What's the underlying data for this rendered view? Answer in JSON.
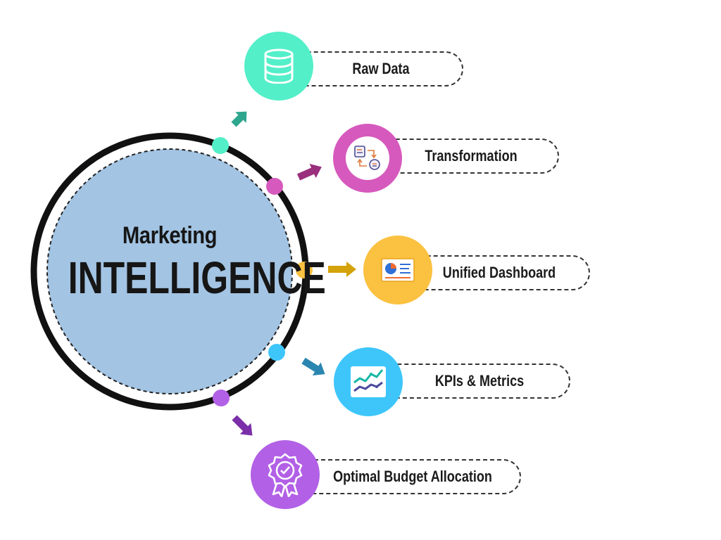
{
  "center": {
    "title": "Marketing",
    "subtitle": "INTELLIGENCE",
    "fill_color": "#a3c4e3"
  },
  "items": [
    {
      "label": "Raw Data",
      "icon": "database-icon",
      "color": "#53efc8"
    },
    {
      "label": "Transformation",
      "icon": "workflow-icon",
      "color": "#d659bd"
    },
    {
      "label": "Unified Dashboard",
      "icon": "dashboard-icon",
      "color": "#fbc140"
    },
    {
      "label": "KPIs & Metrics",
      "icon": "line-chart-icon",
      "color": "#3ec6fb"
    },
    {
      "label": "Optimal Budget Allocation",
      "icon": "award-badge-icon",
      "color": "#b260e6"
    }
  ],
  "arrow_colors": [
    "#2ea68e",
    "#9a2f7c",
    "#d4a20a",
    "#2a86b0",
    "#7b2fa8"
  ]
}
